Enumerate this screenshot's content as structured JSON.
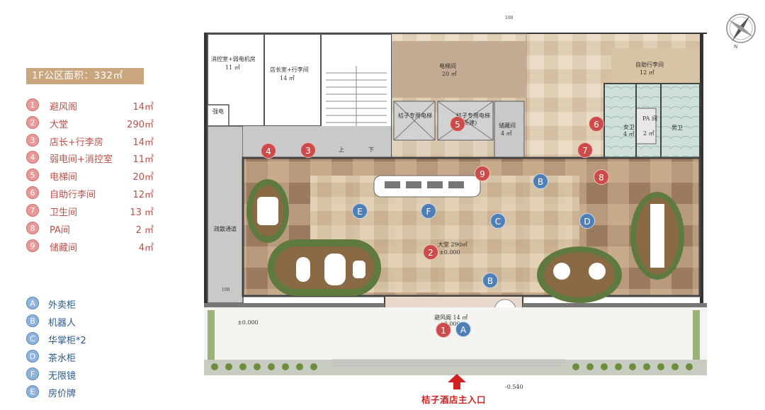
{
  "summary": {
    "area_title": "1F公区面积：332㎡"
  },
  "areas": [
    {
      "num": "1",
      "label": "避风阁",
      "value": "14㎡"
    },
    {
      "num": "2",
      "label": "大堂",
      "value": "290㎡"
    },
    {
      "num": "3",
      "label": "店长+行李房",
      "value": "14㎡"
    },
    {
      "num": "4",
      "label": "弱电间+消控室",
      "value": "11㎡"
    },
    {
      "num": "5",
      "label": "电梯间",
      "value": "20㎡"
    },
    {
      "num": "6",
      "label": "自助行李间",
      "value": "12㎡"
    },
    {
      "num": "7",
      "label": "卫生间",
      "value": "13 ㎡"
    },
    {
      "num": "8",
      "label": "PA间",
      "value": "2 ㎡"
    },
    {
      "num": "9",
      "label": "储藏间",
      "value": "4㎡"
    }
  ],
  "furniture": [
    {
      "num": "A",
      "label": "外卖柜"
    },
    {
      "num": "B",
      "label": "机器人"
    },
    {
      "num": "C",
      "label": "华掌柜*2"
    },
    {
      "num": "D",
      "label": "茶水柜"
    },
    {
      "num": "F",
      "label": "无限镜"
    },
    {
      "num": "E",
      "label": "房价牌"
    }
  ],
  "plan": {
    "rooms": {
      "control_room": "消控室+弱电机房",
      "control_area": "11 ㎡",
      "manager_room": "店长室+行李间",
      "manager_area": "14 ㎡",
      "electric_room": "电梯间",
      "electric_area": "20 ㎡",
      "self_luggage": "自助行李间",
      "self_luggage_area": "12 ㎡",
      "elevator_left": "桔子专用电梯",
      "elevator_right": "桔子专用电梯",
      "elevator_right_note": "(新建)",
      "storage": "储藏间",
      "storage_area": "4 ㎡",
      "strong_electric": "强电",
      "evacuation": "疏散通道",
      "lobby": "大堂 290㎡",
      "lobby_level": "±0.000",
      "vestibule": "避风阁 14 ㎡",
      "vestibule_level": "±0.000",
      "pa_room": "PA 间",
      "pa_area": "2 ㎡",
      "women_wc": "女卫",
      "women_area": "4 ㎡",
      "men_wc": "男卫",
      "stair_up": "上",
      "stair_down": "下",
      "outdoor_level": "±0.000",
      "street_level": "-0.540",
      "dim_top": "100",
      "dim_left": "100"
    },
    "markers_red": [
      "1",
      "2",
      "3",
      "4",
      "5",
      "6",
      "7",
      "8",
      "9"
    ],
    "markers_blue": [
      "A",
      "B",
      "B",
      "C",
      "D",
      "E",
      "F"
    ]
  },
  "entrance_label": "桔子酒店主入口",
  "colors": {
    "area_red": "#cc4c4c",
    "furniture_blue": "#4f7fb6",
    "title_bg": "#c9a67d",
    "entrance_red": "#d52020"
  }
}
